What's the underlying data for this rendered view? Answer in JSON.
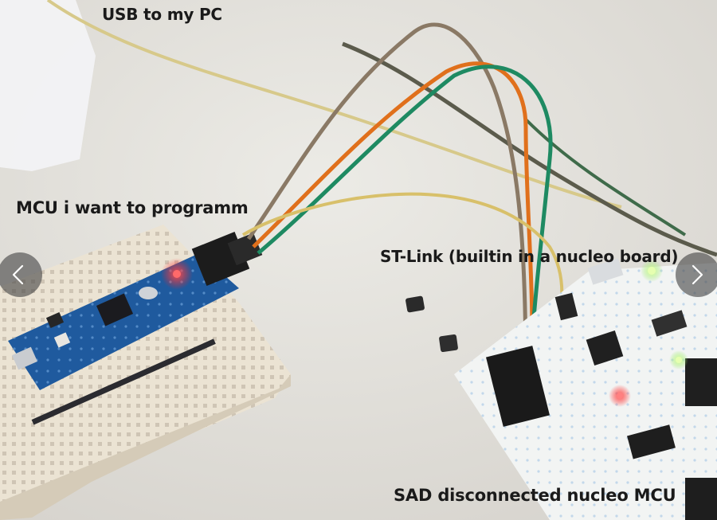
{
  "captions": {
    "usb": "USB to my PC",
    "mcu": "MCU i want to programm",
    "stlink": "ST-Link (builtin in a nucleo board)",
    "nucleo": "SAD disconnected nucleo MCU"
  },
  "nav": {
    "prev_icon": "chevron-left-icon",
    "next_icon": "chevron-right-icon"
  },
  "colors": {
    "pcb_blue": "#1f5a9e",
    "pcb_white": "#f2f4f3",
    "breadboard": "#e9e1d2",
    "wire_green": "#1e8a62",
    "wire_orange": "#e0701c",
    "wire_brown": "#8a7965",
    "wire_yellow": "#d8c06a",
    "led_red": "#ff3030",
    "led_green": "#8ce85a"
  }
}
